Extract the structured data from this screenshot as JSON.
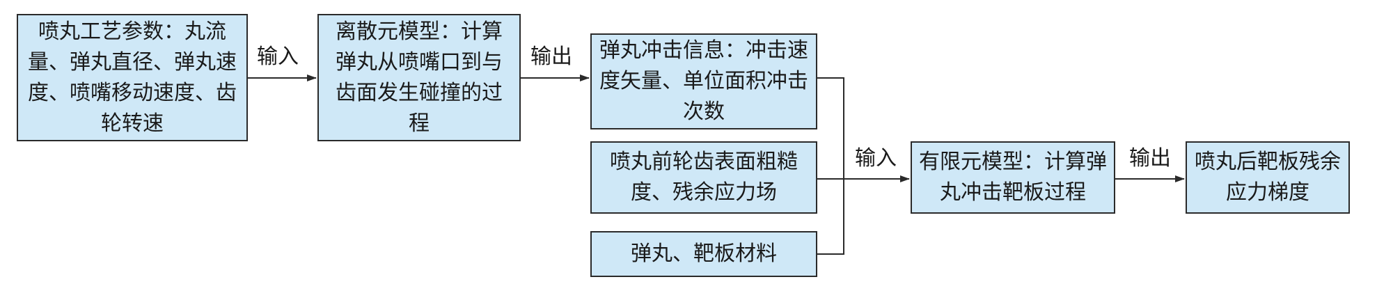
{
  "nodes": {
    "params": {
      "text": "喷丸工艺参数：丸流量、弹丸直径、弹丸速度、喷嘴移动速度、齿轮转速"
    },
    "dem": {
      "text": "离散元模型：计算弹丸从喷嘴口到与齿面发生碰撞的过程"
    },
    "impact": {
      "text": "弹丸冲击信息：冲击速度矢量、单位面积冲击次数"
    },
    "surface": {
      "text": "喷丸前轮齿表面粗糙度、残余应力场"
    },
    "material": {
      "text": "弹丸、靶板材料"
    },
    "fem": {
      "text": "有限元模型：计算弹丸冲击靶板过程"
    },
    "result": {
      "text": "喷丸后靶板残余应力梯度"
    }
  },
  "edges": {
    "params_to_dem": "输入",
    "dem_to_impact": "输出",
    "merge_to_fem": "输入",
    "fem_to_result": "输出"
  },
  "colors": {
    "box_fill": "#cfe8f7",
    "border": "#2a2a2a"
  }
}
